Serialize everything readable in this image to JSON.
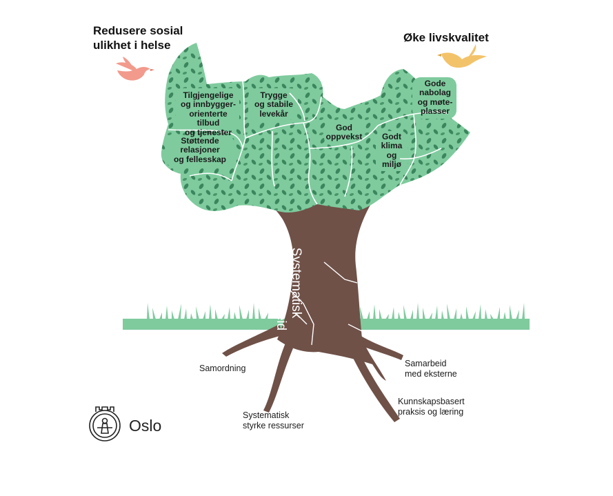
{
  "goals": {
    "left": [
      "Redusere sosial",
      "ulikhet i helse"
    ],
    "right": "Øke livskvalitet"
  },
  "canopy": {
    "areas": [
      {
        "lines": [
          "Tilgjengelige",
          "og innbygger-",
          "orienterte tilbud",
          "og tjenester"
        ]
      },
      {
        "lines": [
          "Trygge",
          "og stabile",
          "levekår"
        ]
      },
      {
        "lines": [
          "Gode",
          "nabolag",
          "og møte-",
          "plasser"
        ]
      },
      {
        "lines": [
          "Støttende",
          "relasjoner",
          "og fellesskap"
        ]
      },
      {
        "lines": [
          "God",
          "oppvekst"
        ]
      },
      {
        "lines": [
          "Godt",
          "klima",
          "og",
          "miljø"
        ]
      }
    ]
  },
  "trunk": {
    "lines": [
      "Systematisk",
      "folkehelsearbeid"
    ]
  },
  "roots": [
    {
      "lines": [
        "Samordning"
      ]
    },
    {
      "lines": [
        "Systematisk",
        "styrke ressurser"
      ]
    },
    {
      "lines": [
        "Samarbeid",
        "med eksterne"
      ]
    },
    {
      "lines": [
        "Kunnskapsbasert",
        "praksis og læring"
      ]
    }
  ],
  "logo": {
    "text": "Oslo",
    "icon": "oslo-seal-icon"
  },
  "colors": {
    "leaf": "#7fcb9e",
    "leaf_dark": "#2f7a52",
    "trunk": "#6f5148",
    "grass": "#7fcb9e",
    "bird_left": "#f29a8c",
    "bird_right": "#f3c36a"
  }
}
